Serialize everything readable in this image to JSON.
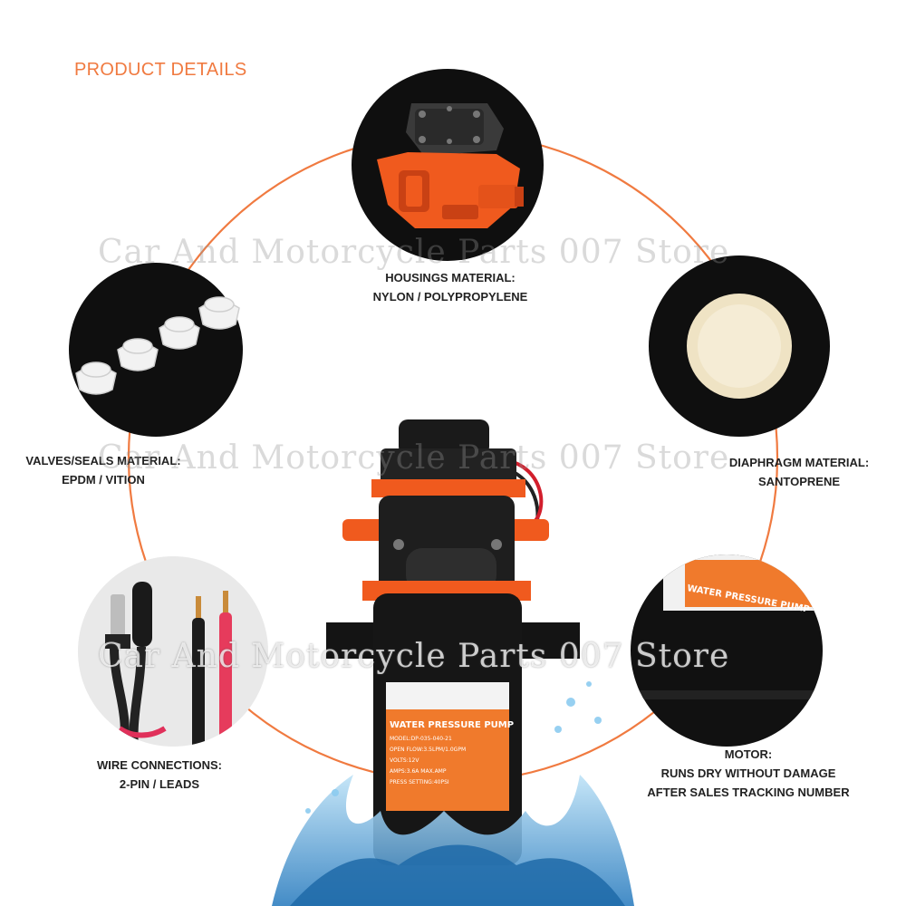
{
  "heading": "PRODUCT DETAILS",
  "colors": {
    "accent": "#f07a40",
    "pump_orange": "#f05a1e",
    "disc_dark": "#0f0f0f",
    "body_black": "#161616"
  },
  "callouts": [
    {
      "icon": "pump-housing-icon",
      "line1": "HOUSINGS MATERIAL:",
      "line2": "NYLON / POLYPROPYLENE"
    },
    {
      "icon": "diaphragm-icon",
      "line1": "DIAPHRAGM MATERIAL:",
      "line2": "SANTOPRENE"
    },
    {
      "icon": "valve-seals-icon",
      "line1": "VALVES/SEALS MATERIAL:",
      "line2": "EPDM / VITION"
    },
    {
      "icon": "wire-connector-icon",
      "line1": "WIRE CONNECTIONS:",
      "line2": "2-PIN / LEADS"
    },
    {
      "icon": "motor-label-icon",
      "line1": "MOTOR:",
      "line2": "RUNS DRY WITHOUT DAMAGE",
      "line3": "AFTER SALES TRACKING NUMBER"
    }
  ],
  "watermark": "Car And Motorcycle Parts 007 Store",
  "pump_label": {
    "title": "WATER PRESSURE PUMP",
    "lines": [
      "MODEL:DP-035-040-21",
      "OPEN FLOW:3.5LPM/1.0GPM",
      "VOLTS:12V",
      "AMPS:3.6A  MAX.AMP",
      "PRESS SETTING:40PSI"
    ]
  },
  "motor_label_text": "WATER PRESSURE PUMP"
}
